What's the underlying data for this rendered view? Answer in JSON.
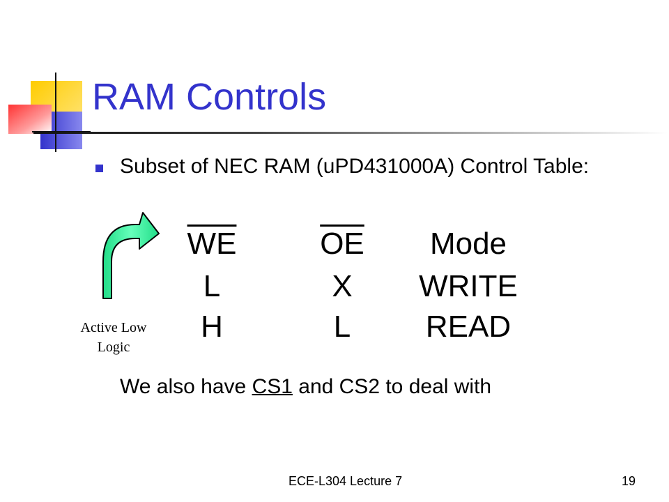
{
  "slide": {
    "title": "RAM Controls",
    "bullet": "Subset of NEC RAM (uPD431000A) Control Table:",
    "table": {
      "headers": [
        "WE",
        "OE",
        "Mode"
      ],
      "rows": [
        [
          "L",
          "X",
          "WRITE"
        ],
        [
          "H",
          "L",
          "READ"
        ]
      ]
    },
    "annotation": {
      "line1": "Active Low",
      "line2": "Logic"
    },
    "closing": {
      "prefix": "We also have ",
      "cs1": "CS1",
      "suffix": " and CS2 to deal with"
    },
    "footer": {
      "lecture": "ECE-L304 Lecture 7",
      "page_number": "19"
    }
  },
  "colors": {
    "title": "#3333cc",
    "bullet": "#3333cc",
    "arrow_fill": "#33ee99",
    "deco_yellow": "#ffcc00",
    "deco_blue": "#3333cc",
    "deco_red": "#ff3333"
  }
}
